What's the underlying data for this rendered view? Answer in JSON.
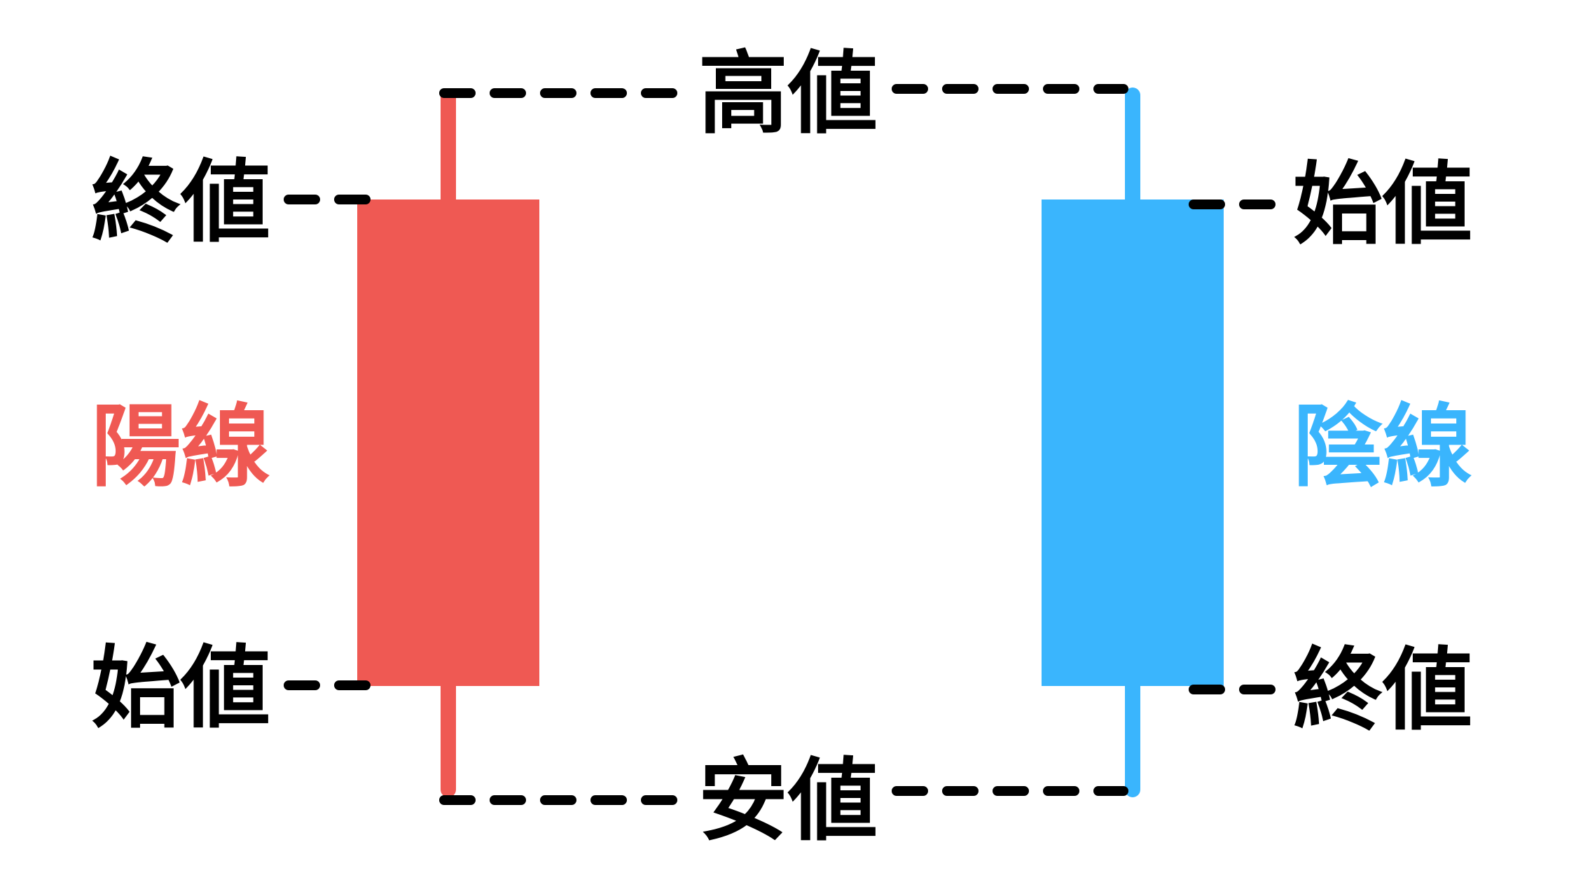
{
  "colors": {
    "bullish": "#EF5953",
    "bearish": "#3AB5FD",
    "text": "#000000",
    "background": "#FFFFFF"
  },
  "labels": {
    "high": "高値",
    "low": "安値",
    "bullish": {
      "type": "陽線",
      "top": "終値",
      "bottom": "始値"
    },
    "bearish": {
      "type": "陰線",
      "top": "始値",
      "bottom": "終値"
    }
  }
}
